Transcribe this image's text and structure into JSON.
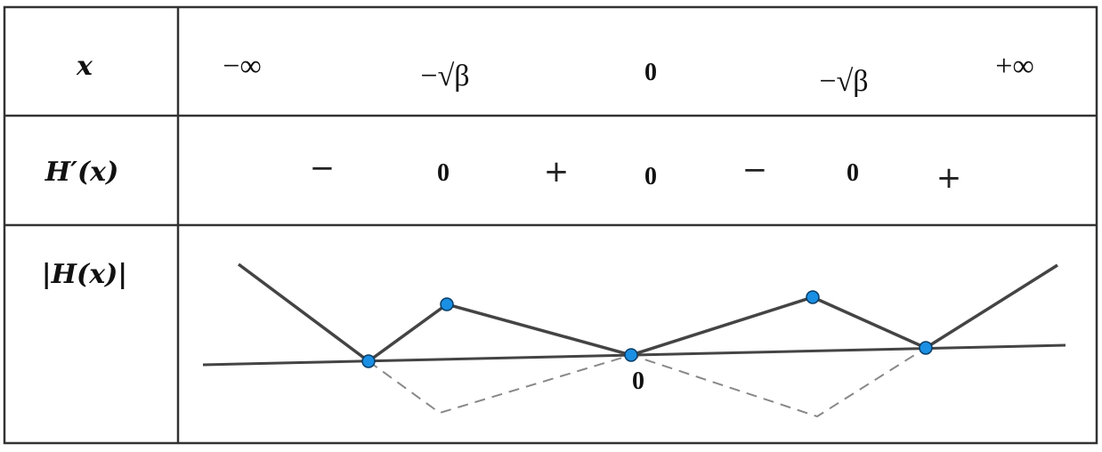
{
  "table": {
    "row_labels": {
      "x": "x",
      "derivative": "H′(x)",
      "function": "|H(x)|"
    },
    "x_values": [
      "−∞",
      "−√β",
      "0",
      "−√β",
      "+∞"
    ],
    "derivative_signs": [
      "−",
      "0",
      "+",
      "0",
      "−",
      "0",
      "+"
    ],
    "graph_zero_label": "0"
  },
  "colors": {
    "point_fill": "#1a8fe3",
    "line": "#444444",
    "dashed": "#888888",
    "border": "#333333"
  }
}
